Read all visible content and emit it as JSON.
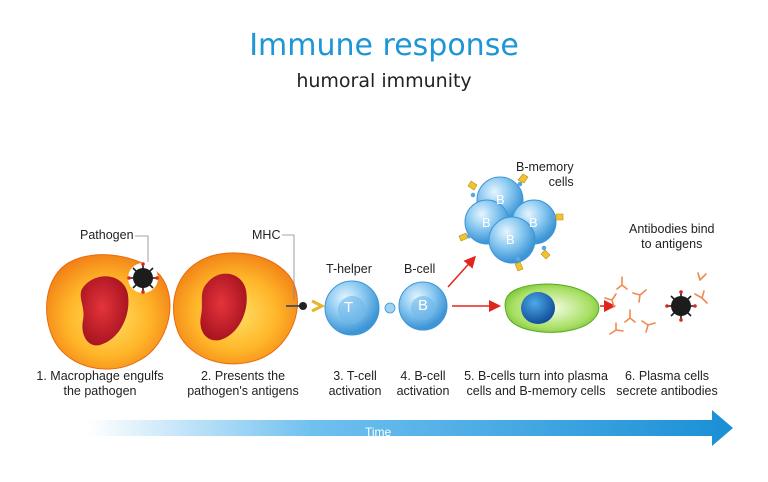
{
  "title": "Immune response",
  "subtitle": "humoral immunity",
  "labels": {
    "pathogen": "Pathogen",
    "mhc": "MHC",
    "t_helper": "T-helper",
    "b_cell": "B-cell",
    "b_memory": [
      "B-memory",
      "cells"
    ],
    "antibodies": [
      "Antibodies bind",
      "to antigens"
    ],
    "t_letter": "T",
    "b_letter": "B"
  },
  "steps": [
    [
      "1. Macrophage engulfs",
      "the pathogen"
    ],
    [
      "2. Presents the",
      "pathogen's antigens"
    ],
    [
      "3. T-cell",
      "activation"
    ],
    [
      "4. B-cell",
      "activation"
    ],
    [
      "5. B-cells turn into plasma",
      "cells and B-memory cells"
    ],
    [
      "6. Plasma cells",
      "secrete antibodies"
    ]
  ],
  "time_label": "Time",
  "colors": {
    "title": "#1e96d6",
    "arrow_red": "#e0261c",
    "time_arrow": "#1a8fd6"
  }
}
